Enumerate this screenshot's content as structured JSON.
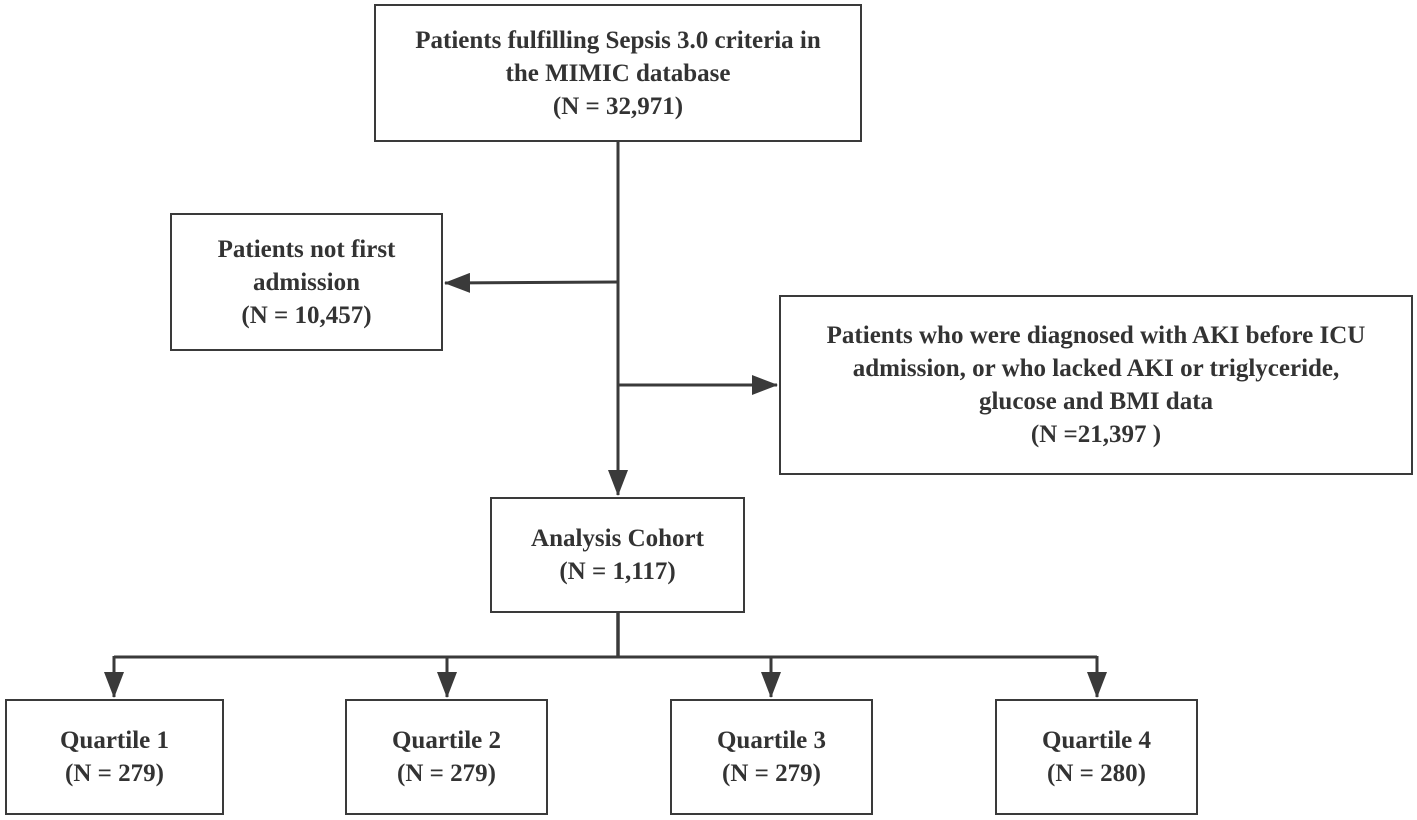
{
  "boxes": {
    "top": {
      "line1": "Patients fulfilling Sepsis 3.0 criteria in",
      "line2": "the MIMIC database",
      "count": "(N = 32,971)"
    },
    "exclusion_first_admission": {
      "line1": "Patients not first",
      "line2": "admission",
      "count": "(N = 10,457)"
    },
    "exclusion_aki": {
      "line1": "Patients who were diagnosed with AKI before ICU",
      "line2": "admission, or who lacked AKI or triglyceride,",
      "line3": "glucose and BMI data",
      "count": "(N =21,397 )"
    },
    "cohort": {
      "line1": "Analysis Cohort",
      "count": "(N = 1,117)"
    },
    "quartiles": [
      {
        "label": "Quartile 1",
        "count": "(N = 279)"
      },
      {
        "label": "Quartile 2",
        "count": "(N = 279)"
      },
      {
        "label": "Quartile 3",
        "count": "(N = 279)"
      },
      {
        "label": "Quartile 4",
        "count": "(N = 280)"
      }
    ]
  },
  "colors": {
    "line": "#3a3a3a",
    "text": "#333333",
    "background": "#ffffff"
  }
}
